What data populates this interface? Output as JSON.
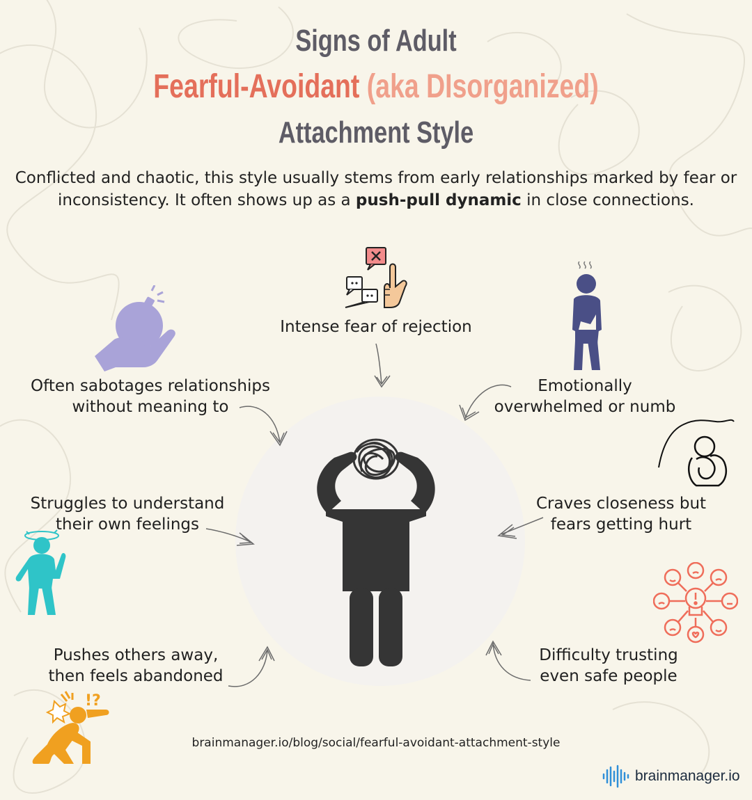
{
  "title": {
    "line1": "Signs of Adult",
    "line2_main": "Fearful-Avoidant",
    "line2_paren": "(aka DIsorganized)",
    "line3": "Attachment Style"
  },
  "intro": {
    "before": "Conflicted and chaotic, this style usually stems from early relationships marked by fear or inconsistency. It often shows up as a ",
    "bold": "push-pull dynamic",
    "after": " in close connections."
  },
  "signs": {
    "top": "Intense fear of rejection",
    "sabotage": {
      "line1": "Often sabotages relationships",
      "line2": "without meaning to"
    },
    "overwhelmed": {
      "line1": "Emotionally",
      "line2": "overwhelmed or numb"
    },
    "struggles": {
      "line1": "Struggles to understand",
      "line2": "their own feelings"
    },
    "craves": {
      "line1": "Craves closeness but",
      "line2": "fears getting hurt"
    },
    "pushes": {
      "line1": "Pushes others away,",
      "line2": "then feels abandoned"
    },
    "trusting": {
      "line1": "Difficulty trusting",
      "line2": "even safe people"
    }
  },
  "icons": [
    "reject-chat-icon",
    "bomb-hand-icon",
    "sad-person-icon",
    "hug-knees-icon",
    "dizzy-person-icon",
    "emotions-icon",
    "stressed-person-icon",
    "tangled-head-icon",
    "brainmanager-logo-icon"
  ],
  "footer": {
    "url": "brainmanager.io/blog/social/fearful-avoidant-attachment-style",
    "brand": "brainmanager.io"
  },
  "colors": {
    "background": "#f8f5ea",
    "title_gray": "#5e5c66",
    "accent_coral": "#e46f5a",
    "accent_light_coral": "#f0a08b",
    "purple": "#a9a3d8",
    "navy": "#4a4f86",
    "teal": "#2fc4c8",
    "orange": "#f0a020",
    "figure": "#353535"
  }
}
